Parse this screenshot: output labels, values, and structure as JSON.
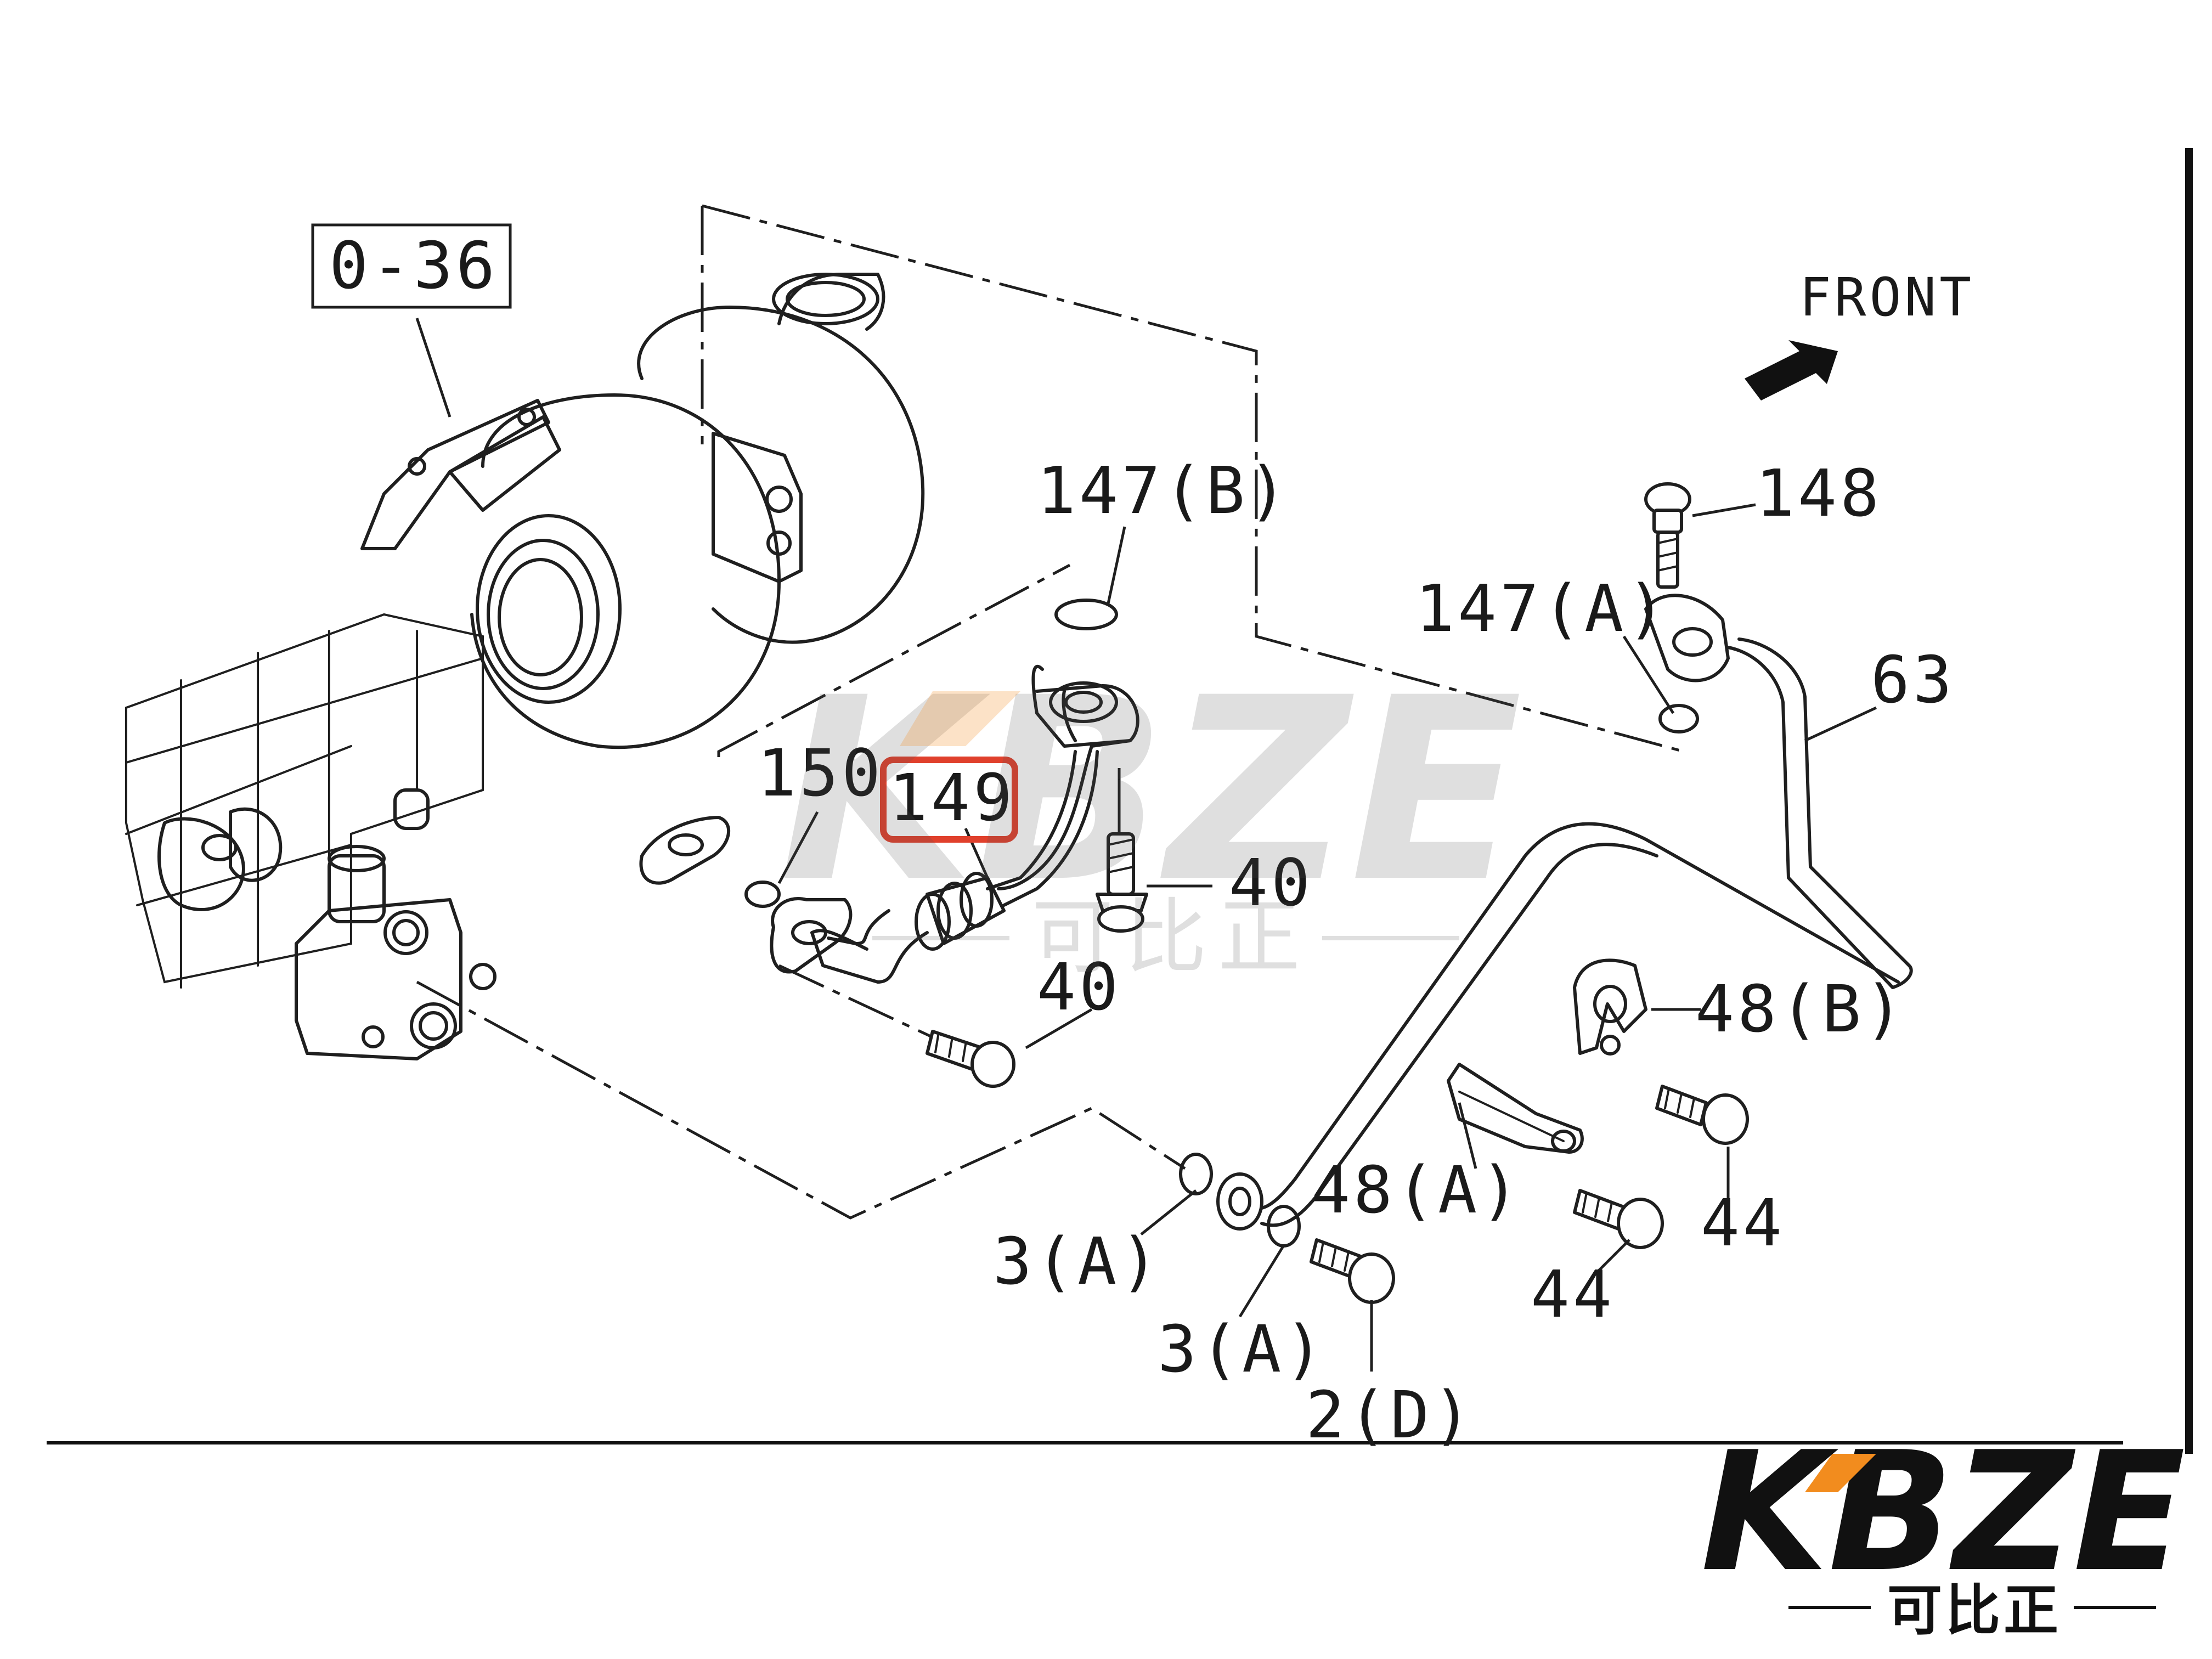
{
  "diagram": {
    "reference_box": "0-36",
    "direction_label": "FRONT",
    "highlighted_part": "149",
    "callouts": {
      "c147b": "147(B)",
      "c148": "148",
      "c147a": "147(A)",
      "c63": "63",
      "c150": "150",
      "c149": "149",
      "c40a": "40",
      "c40b": "40",
      "c48b": "48(B)",
      "c48a": "48(A)",
      "c44a": "44",
      "c44b": "44",
      "c3a1": "3(A)",
      "c3a2": "3(A)",
      "c2d": "2(D)"
    }
  },
  "watermark": {
    "center_logo": "KBZE",
    "center_sub": "可比正",
    "corner_logo": "KBZE",
    "corner_sub": "可比正",
    "accent_color": "#f28c1e",
    "logo_color": "#111111",
    "highlight_color": "#e0402c"
  }
}
